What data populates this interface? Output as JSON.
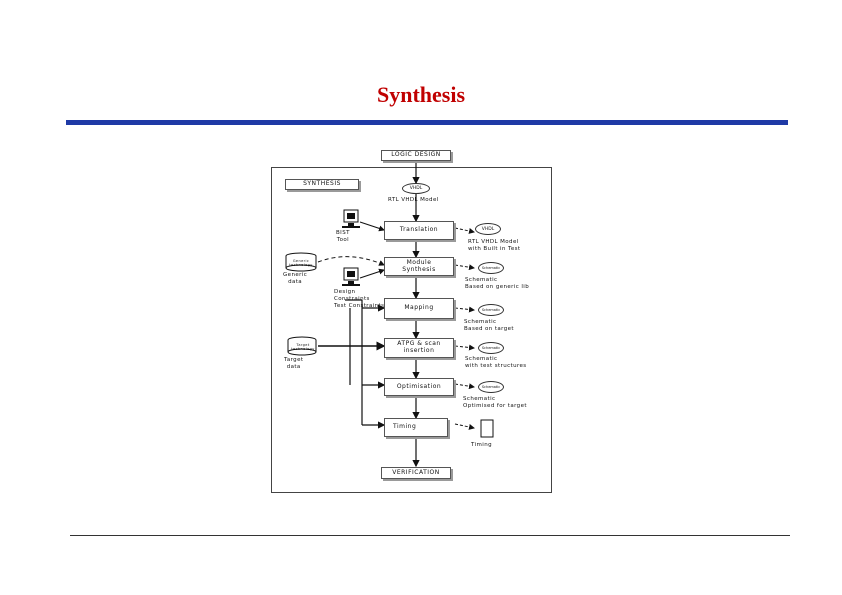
{
  "title": "Synthesis",
  "flow": {
    "logic_design": "LOGIC DESIGN",
    "synthesis_label": "SYNTHESIS",
    "verification": "VERIFICATION",
    "rtl_oval": "VHDL",
    "rtl_label": "RTL VHDL Model",
    "translation": "Translation",
    "translation_out_oval": "VHDL",
    "translation_out_label": "RTL VHDL Model\nwith Built in Test",
    "bist_tool": "BIST\nTool",
    "generic_db_cyl": "Generic\ntechnology",
    "generic_db_label": "Generic\ndata",
    "module_synthesis": "Module\nSynthesis",
    "module_out_oval": "Schematic",
    "module_out_label": "Schematic\nBased on generic lib",
    "design_constraints": "Design\nConstraints\nTest Constraints",
    "mapping": "Mapping",
    "mapping_out_oval": "Schematic",
    "mapping_out_label": "Schematic\nBased on target",
    "target_db_cyl": "Target\ntechnology",
    "target_db_label": "Target\ndata",
    "scan_insertion": "ATPG & scan\ninsertion",
    "scan_out_oval": "Schematic",
    "scan_out_label": "Schematic\nwith test structures",
    "optimisation": "Optimisation",
    "opt_out_oval": "Schematic",
    "opt_out_label": "Schematic\nOptimised for target",
    "timing": "Timing",
    "timing_out_label": "Timing"
  }
}
